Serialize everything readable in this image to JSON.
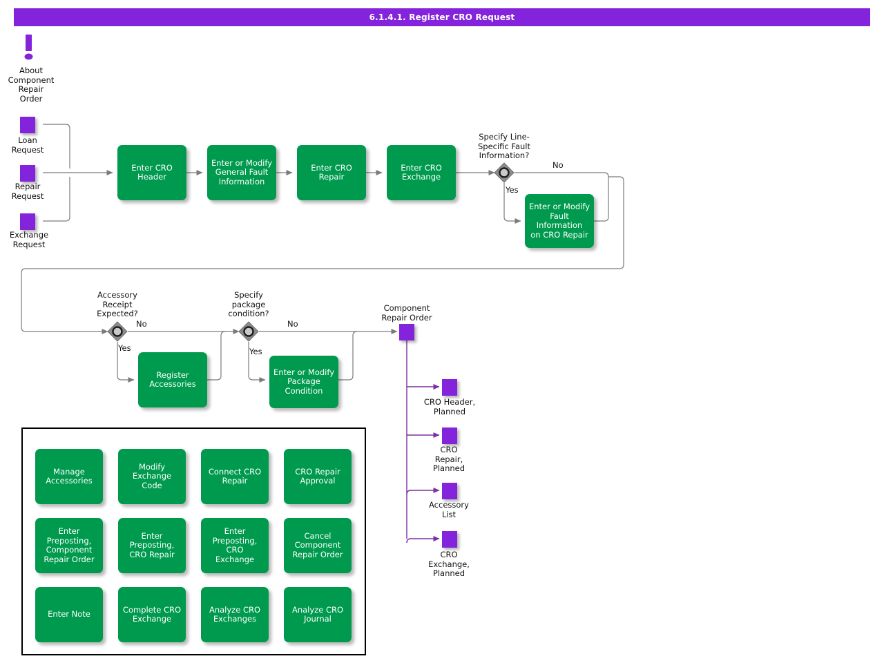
{
  "header": {
    "title": "6.1.4.1. Register CRO Request"
  },
  "theme": {
    "title_bar": "#8423dc",
    "activity_green": "#009a4e",
    "data_purple": "#8423dc",
    "edge_gray": "#666666",
    "edge_purple": "#7b2fa0",
    "decision_gray": "#8c8c8c",
    "text_dark": "#111111",
    "panel_border": "#000000"
  },
  "info_icon": {
    "name": "exclamation-mark-icon",
    "label": "About\nComponent\nRepair\nOrder"
  },
  "inputs": [
    {
      "id": "loan-request",
      "label": "Loan\nRequest"
    },
    {
      "id": "repair-request",
      "label": "Repair\nRequest"
    },
    {
      "id": "exchange-request",
      "label": "Exchange\nRequest"
    }
  ],
  "main_flow": [
    {
      "id": "enter-cro-header",
      "label": "Enter CRO\nHeader"
    },
    {
      "id": "enter-or-modify-general-fault-information",
      "label": "Enter or Modify\nGeneral Fault\nInformation"
    },
    {
      "id": "enter-cro-repair",
      "label": "Enter CRO\nRepair"
    },
    {
      "id": "enter-cro-exchange",
      "label": "Enter CRO\nExchange"
    }
  ],
  "decisions": [
    {
      "id": "specify-line-specific-fault-information",
      "question": "Specify Line-\nSpecific Fault\nInformation?",
      "yes_label": "Yes",
      "no_label": "No",
      "yes_target": "Enter or Modify\nFault Information\non CRO Repair"
    },
    {
      "id": "accessory-receipt-expected",
      "question": "Accessory\nReceipt\nExpected?",
      "yes_label": "Yes",
      "no_label": "No",
      "yes_target": "Register\nAccessories"
    },
    {
      "id": "specify-package-condition",
      "question": "Specify\npackage\ncondition?",
      "yes_label": "Yes",
      "no_label": "No",
      "yes_target": "Enter or Modify\nPackage\nCondition"
    }
  ],
  "branch_activities": [
    {
      "id": "enter-or-modify-fault-information-on-cro-repair",
      "label": "Enter or Modify\nFault Information\non CRO Repair"
    },
    {
      "id": "register-accessories",
      "label": "Register\nAccessories"
    },
    {
      "id": "enter-or-modify-package-condition",
      "label": "Enter or Modify\nPackage\nCondition"
    }
  ],
  "outputs": {
    "root": {
      "id": "component-repair-order",
      "label": "Component\nRepair Order"
    },
    "items": [
      {
        "id": "cro-header-planned",
        "label": "CRO Header,\nPlanned"
      },
      {
        "id": "cro-repair-planned",
        "label": "CRO\nRepair,\nPlanned"
      },
      {
        "id": "accessory-list",
        "label": "Accessory\nList"
      },
      {
        "id": "cro-exchange-planned",
        "label": "CRO\nExchange,\nPlanned"
      }
    ]
  },
  "panel_activities": [
    {
      "id": "manage-accessories",
      "label": "Manage\nAccessories"
    },
    {
      "id": "modify-exchange-code",
      "label": "Modify Exchange\nCode"
    },
    {
      "id": "connect-cro-repair",
      "label": "Connect CRO\nRepair"
    },
    {
      "id": "cro-repair-approval",
      "label": "CRO Repair\nApproval"
    },
    {
      "id": "enter-preposting-component-repair-order",
      "label": "Enter\nPreposting,\nComponent\nRepair Order"
    },
    {
      "id": "enter-preposting-cro-repair",
      "label": "Enter\nPreposting,\nCRO Repair"
    },
    {
      "id": "enter-preposting-cro-exchange",
      "label": "Enter\nPreposting, CRO\nExchange"
    },
    {
      "id": "cancel-component-repair-order",
      "label": "Cancel\nComponent\nRepair Order"
    },
    {
      "id": "enter-note",
      "label": "Enter Note"
    },
    {
      "id": "complete-cro-exchange",
      "label": "Complete CRO\nExchange"
    },
    {
      "id": "analyze-cro-exchanges",
      "label": "Analyze CRO\nExchanges"
    },
    {
      "id": "analyze-cro-journal",
      "label": "Analyze CRO\nJournal"
    }
  ]
}
